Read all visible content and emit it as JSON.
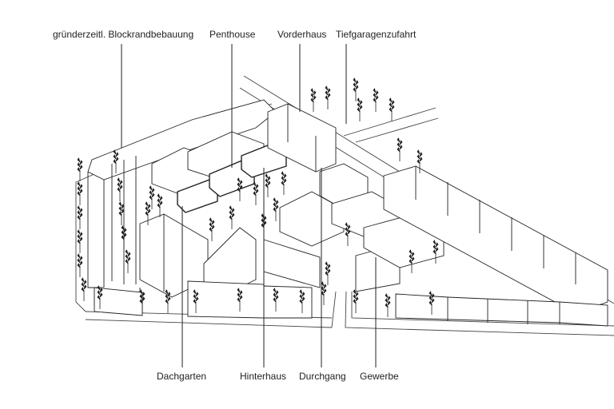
{
  "labels": {
    "top": [
      "gründerzeitl. Blockrandbebauung",
      "Penthouse",
      "Vorderhaus",
      "Tiefgaragenzufahrt"
    ],
    "bottom": [
      "Dachgarten",
      "Hinterhaus",
      "Durchgang",
      "Gewerbe"
    ]
  },
  "colors": {
    "line": "#222222",
    "background": "#ffffff"
  }
}
